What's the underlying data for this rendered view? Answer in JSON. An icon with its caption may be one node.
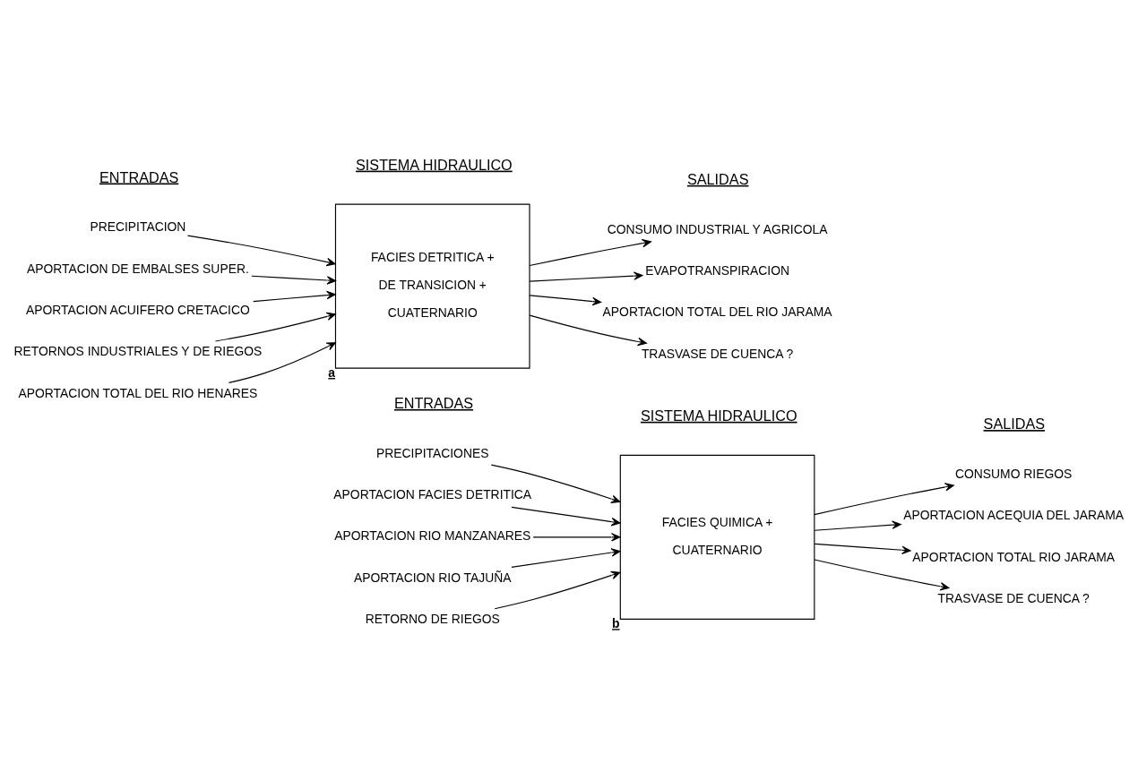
{
  "diagram": {
    "nodes": [
      {
        "text": [
          "PRECIPITACION"
        ]
      },
      {
        "text": [
          "APORTACION DE EMBALSES SUPER."
        ]
      },
      {
        "text": [
          "APORTACION ACUIFERO CRETACICO"
        ]
      },
      {
        "text": [
          "RETORNOS INDUSTRIALES Y DE RIEGOS"
        ]
      },
      {
        "text": [
          "APORTACION TOTAL DEL RIO HENARES"
        ]
      },
      {
        "text": [
          "FACIES DETRITICA + DE TRANSICION + CUATERNARIO"
        ],
        "beside": [
          "a"
        ]
      },
      {
        "text": [
          "CONSUMO INDUSTRIAL Y AGRICOLA"
        ]
      },
      {
        "text": [
          "EVAPOTRANSPIRACION"
        ]
      },
      {
        "text": [
          "APORTACION TOTAL DEL RIO JARAMA"
        ]
      },
      {
        "text": [
          "TRASVASE DE CUENCA ?"
        ]
      },
      {
        "text": [
          "PRECIPITACIONES"
        ]
      },
      {
        "text": [
          "APORTACION FACIES DETRITICA"
        ]
      },
      {
        "text": [
          "APORTACION RIO MANZANARES"
        ]
      },
      {
        "text": [
          "APORTACION RIO TAJUÑA"
        ]
      },
      {
        "text": [
          "RETORNO DE RIEGOS"
        ]
      },
      {
        "text": [
          "FACIES QUIMICA + CUATERNARIO"
        ],
        "beside": [
          "b"
        ]
      },
      {
        "text": [
          "CONSUMO RIEGOS"
        ]
      },
      {
        "text": [
          "APORTACION ACEQUIA DEL JARAMA"
        ]
      },
      {
        "text": [
          "APORTACION TOTAL RIO JARAMA"
        ]
      },
      {
        "text": [
          "TRASVASE DE CUENCA ?"
        ]
      }
    ],
    "edges": [
      {
        "from": 0,
        "to": 5,
        "arrow": "to"
      },
      {
        "from": 1,
        "to": 5,
        "arrow": "to"
      },
      {
        "from": 2,
        "to": 5,
        "arrow": "to"
      },
      {
        "from": 3,
        "to": 5,
        "arrow": "to"
      },
      {
        "from": 4,
        "to": 5,
        "arrow": "to"
      },
      {
        "from": 5,
        "to": 6,
        "arrow": "to"
      },
      {
        "from": 5,
        "to": 7,
        "arrow": "to"
      },
      {
        "from": 5,
        "to": 8,
        "arrow": "to"
      },
      {
        "from": 5,
        "to": 9,
        "arrow": "to"
      },
      {
        "from": 10,
        "to": 15,
        "arrow": "to"
      },
      {
        "from": 11,
        "to": 15,
        "arrow": "to"
      },
      {
        "from": 12,
        "to": 15,
        "arrow": "to"
      },
      {
        "from": 13,
        "to": 15,
        "arrow": "to"
      },
      {
        "from": 14,
        "to": 15,
        "arrow": "to"
      },
      {
        "from": 15,
        "to": 16,
        "arrow": "to"
      },
      {
        "from": 15,
        "to": 17,
        "arrow": "to"
      },
      {
        "from": 15,
        "to": 18,
        "arrow": "to"
      },
      {
        "from": 15,
        "to": 19,
        "arrow": "to"
      }
    ],
    "labels": [
      "ENTRADAS",
      "SISTEMA HIDRAULICO",
      "SALIDAS",
      "ENTRADAS",
      "SISTEMA HIDRAULICO",
      "SALIDAS"
    ]
  }
}
